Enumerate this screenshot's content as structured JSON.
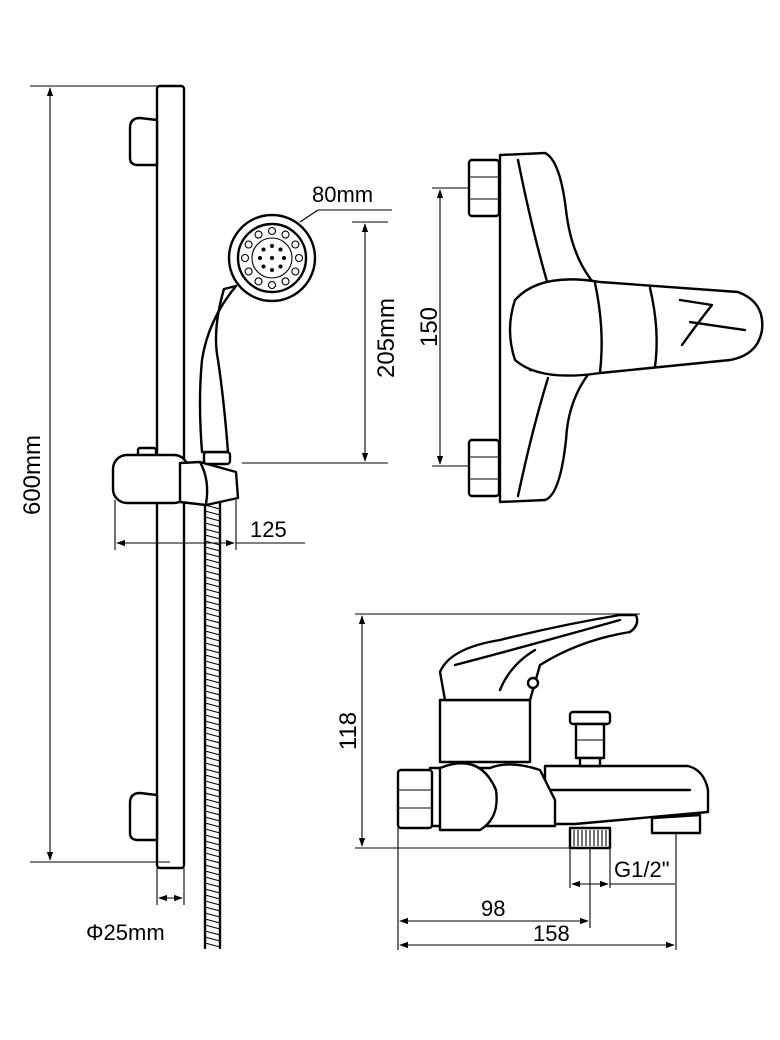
{
  "dimensions": {
    "rail_height": "600mm",
    "head_diameter": "80mm",
    "hand_shower_length": "205mm",
    "holder_width": "125",
    "rail_diameter": "Φ25mm",
    "inlet_spacing": "150",
    "mixer_height": "118",
    "outlet_thread": "G1/2\"",
    "outlet_offset": "98",
    "body_length": "158"
  },
  "colors": {
    "line": "#000000",
    "background": "#ffffff"
  }
}
